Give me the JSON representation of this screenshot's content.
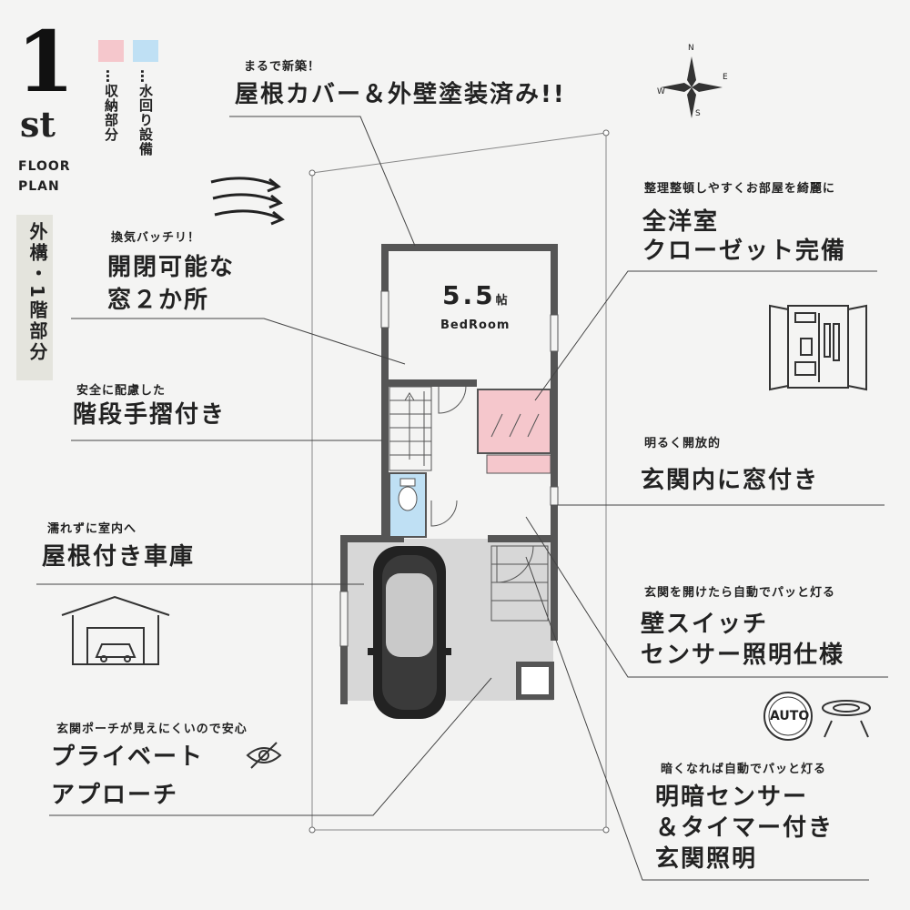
{
  "title": {
    "number": "1",
    "suffix": "st",
    "line1": "FLOOR",
    "line2": "PLAN"
  },
  "legend": {
    "storage": "…収納部分",
    "water": "…水回り設備",
    "storage_color": "#f5c7cc",
    "water_color": "#bfe0f4"
  },
  "side_label": "外構・1階部分",
  "compass": {
    "n": "N",
    "e": "E",
    "s": "S",
    "w": "W"
  },
  "plan": {
    "room_size": "5.5",
    "room_unit": "帖",
    "room_name": "BedRoom"
  },
  "callouts": {
    "roof": {
      "small": "まるで新築！",
      "head": "屋根カバー＆外壁塗装済み!!"
    },
    "windows": {
      "small": "換気バッチリ！",
      "line1": "開閉可能な",
      "line2": "窓２か所"
    },
    "stairs": {
      "small": "安全に配慮した",
      "head": "階段手摺付き"
    },
    "garage": {
      "small": "濡れずに室内へ",
      "head": "屋根付き車庫"
    },
    "privacy": {
      "small": "玄関ポーチが見えにくいので安心",
      "line1": "プライベート",
      "line2": "アプローチ"
    },
    "closet": {
      "small": "整理整頓しやすくお部屋を綺麗に",
      "line1": "全洋室",
      "line2": "クローゼット完備"
    },
    "entrance_window": {
      "small": "明るく開放的",
      "head": "玄関内に窓付き"
    },
    "switch": {
      "small": "玄関を開けたら自動でパッと灯る",
      "line1": "壁スイッチ",
      "line2": "センサー照明仕様"
    },
    "light": {
      "small": "暗くなれば自動でパッと灯る",
      "line1": "明暗センサー",
      "line2": "＆タイマー付き",
      "line3": "玄関照明"
    }
  },
  "auto_label": "AUTO"
}
